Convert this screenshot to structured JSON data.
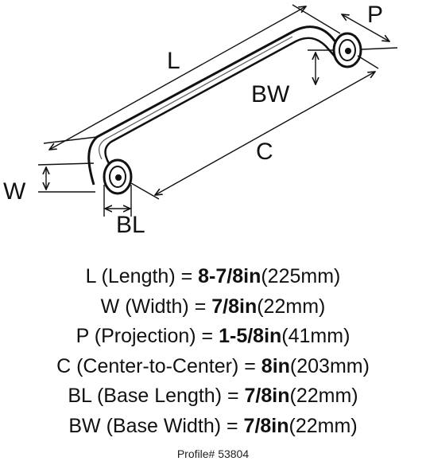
{
  "diagram": {
    "labels": {
      "L": "L",
      "W": "W",
      "P": "P",
      "BW": "BW",
      "C": "C",
      "BL": "BL"
    }
  },
  "specs": [
    {
      "key": "L",
      "desc": " (Length) = ",
      "imperial": "8-7/8in",
      "metric": "(225mm)"
    },
    {
      "key": "W",
      "desc": " (Width) = ",
      "imperial": "7/8in",
      "metric": "(22mm)"
    },
    {
      "key": "P",
      "desc": " (Projection) = ",
      "imperial": "1-5/8in",
      "metric": "(41mm)"
    },
    {
      "key": "C",
      "desc": " (Center-to-Center) = ",
      "imperial": "8in",
      "metric": "(203mm)"
    },
    {
      "key": "BL",
      "desc": " (Base Length) = ",
      "imperial": "7/8in",
      "metric": "(22mm)"
    },
    {
      "key": "BW",
      "desc": " (Base Width) = ",
      "imperial": "7/8in",
      "metric": "(22mm)"
    }
  ],
  "profile": "Profile# 53804"
}
